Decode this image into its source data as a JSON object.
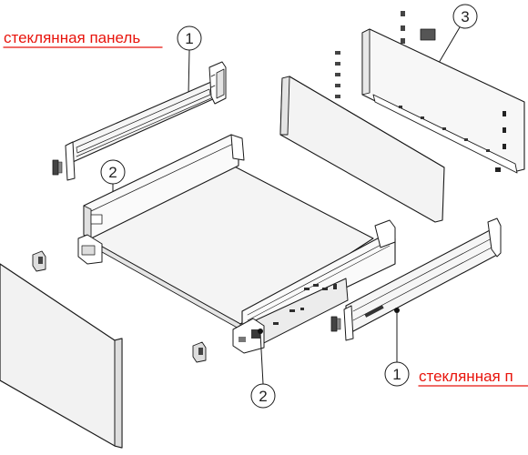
{
  "labels": {
    "glass_panel_top": "стеклянная панель",
    "glass_panel_bottom": "стеклянная п"
  },
  "callouts": {
    "c1_top": "1",
    "c2_left": "2",
    "c3": "3",
    "c1_bottom": "1",
    "c2_bottom": "2"
  },
  "colors": {
    "label_red": "#e8140c",
    "line": "#1a1a1a",
    "panel_fill": "#f1f1f1",
    "dark_part": "#3a3a3a"
  }
}
